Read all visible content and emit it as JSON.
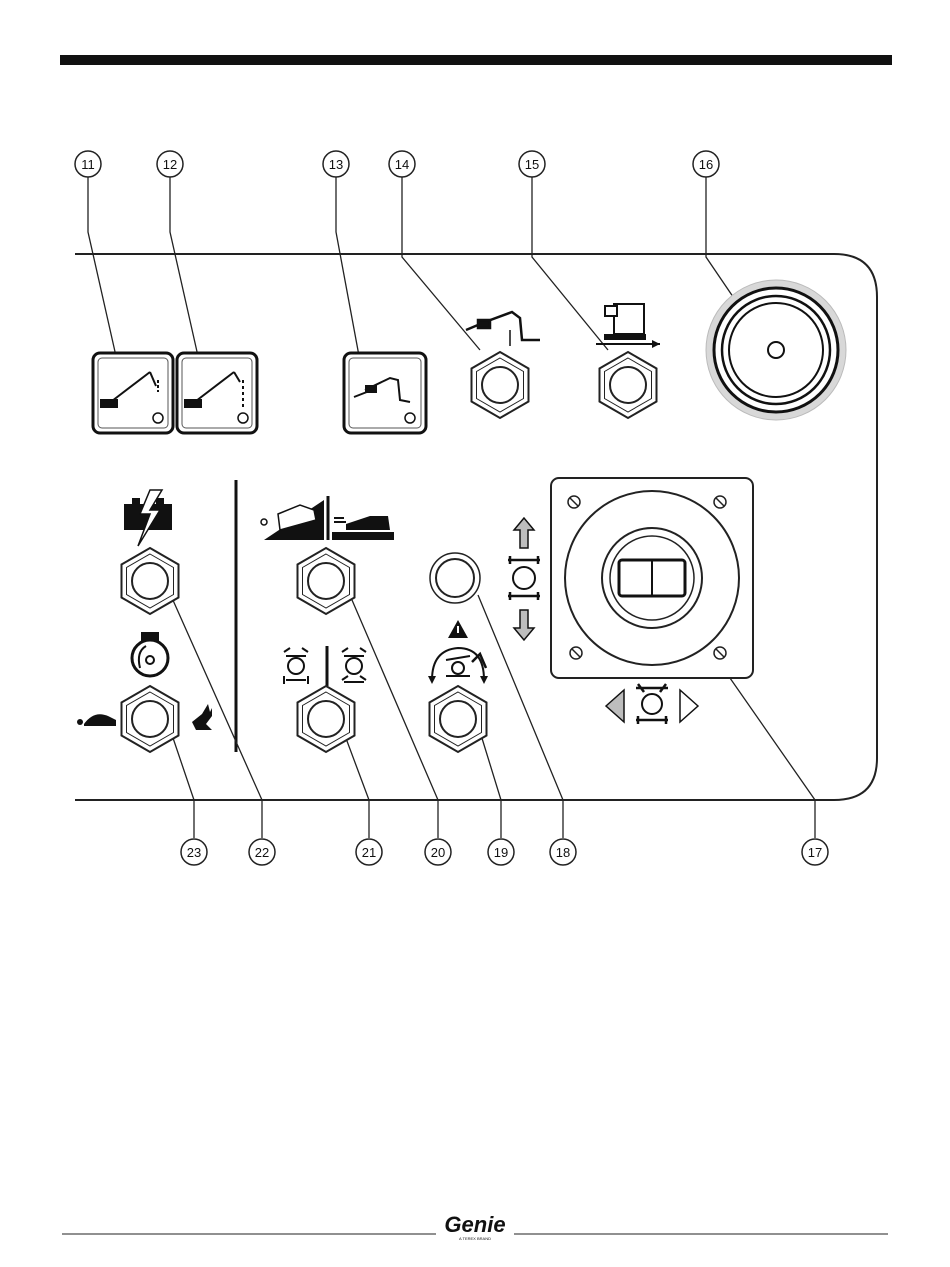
{
  "callouts_top": [
    "11",
    "12",
    "13",
    "14",
    "15",
    "16"
  ],
  "callouts_bottom": [
    "23",
    "22",
    "21",
    "20",
    "19",
    "18",
    "17"
  ],
  "footer": {
    "logo_text": "Genie",
    "logo_tagline": "A TEREX BRAND"
  },
  "colors": {
    "ink": "#111111",
    "panel_stroke": "#222222",
    "bezel": "#d8d8d8",
    "arrow_fill": "#bdbdbd"
  },
  "icons": [
    "platform-overload-icon",
    "chassis-tilt-icon",
    "drive-enable-icon",
    "jib-icon",
    "platform-level-icon",
    "emergency-stop-icon",
    "generator-icon",
    "drive-mode-icon",
    "speed-select-icon",
    "steer-mode-icon",
    "horn-icon",
    "joystick-icon",
    "turtle-icon",
    "rabbit-icon"
  ]
}
